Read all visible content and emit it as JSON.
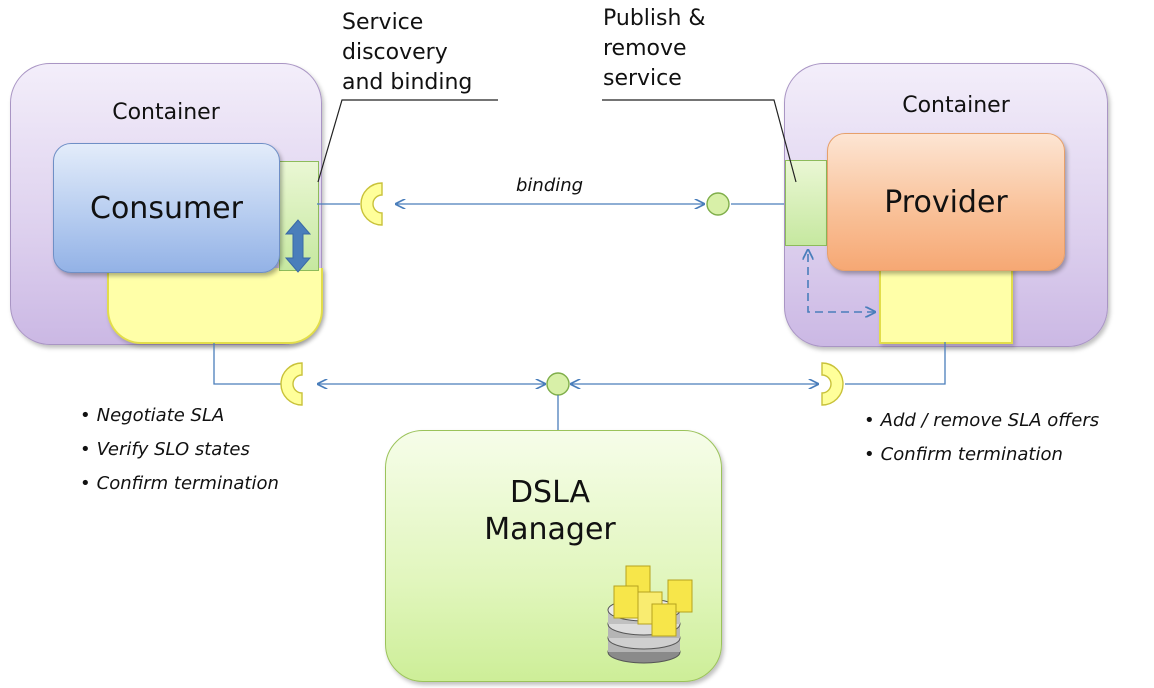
{
  "consumer_side": {
    "container_title": "Container",
    "consumer_label": "Consumer"
  },
  "provider_side": {
    "container_title": "Container",
    "provider_label": "Provider"
  },
  "callouts": {
    "discovery": [
      "Service",
      "discovery",
      "and binding"
    ],
    "publish": [
      "Publish &",
      "remove",
      "service"
    ]
  },
  "binding_label": "binding",
  "dsla": {
    "title_line1": "DSLA",
    "title_line2": "Manager"
  },
  "consumer_sla_actions": [
    "Negotiate SLA",
    "Verify SLO states",
    "Confirm termination"
  ],
  "provider_sla_actions": [
    "Add / remove SLA offers",
    "Confirm termination"
  ],
  "colors": {
    "connector": "#4a7ebb",
    "container": "#cbb8e4",
    "consumer": "#93b2e6",
    "provider": "#f6a874",
    "sla_component": "#ffffa8",
    "dsla_manager": "#cdee98",
    "port": "#c6e8a0"
  }
}
